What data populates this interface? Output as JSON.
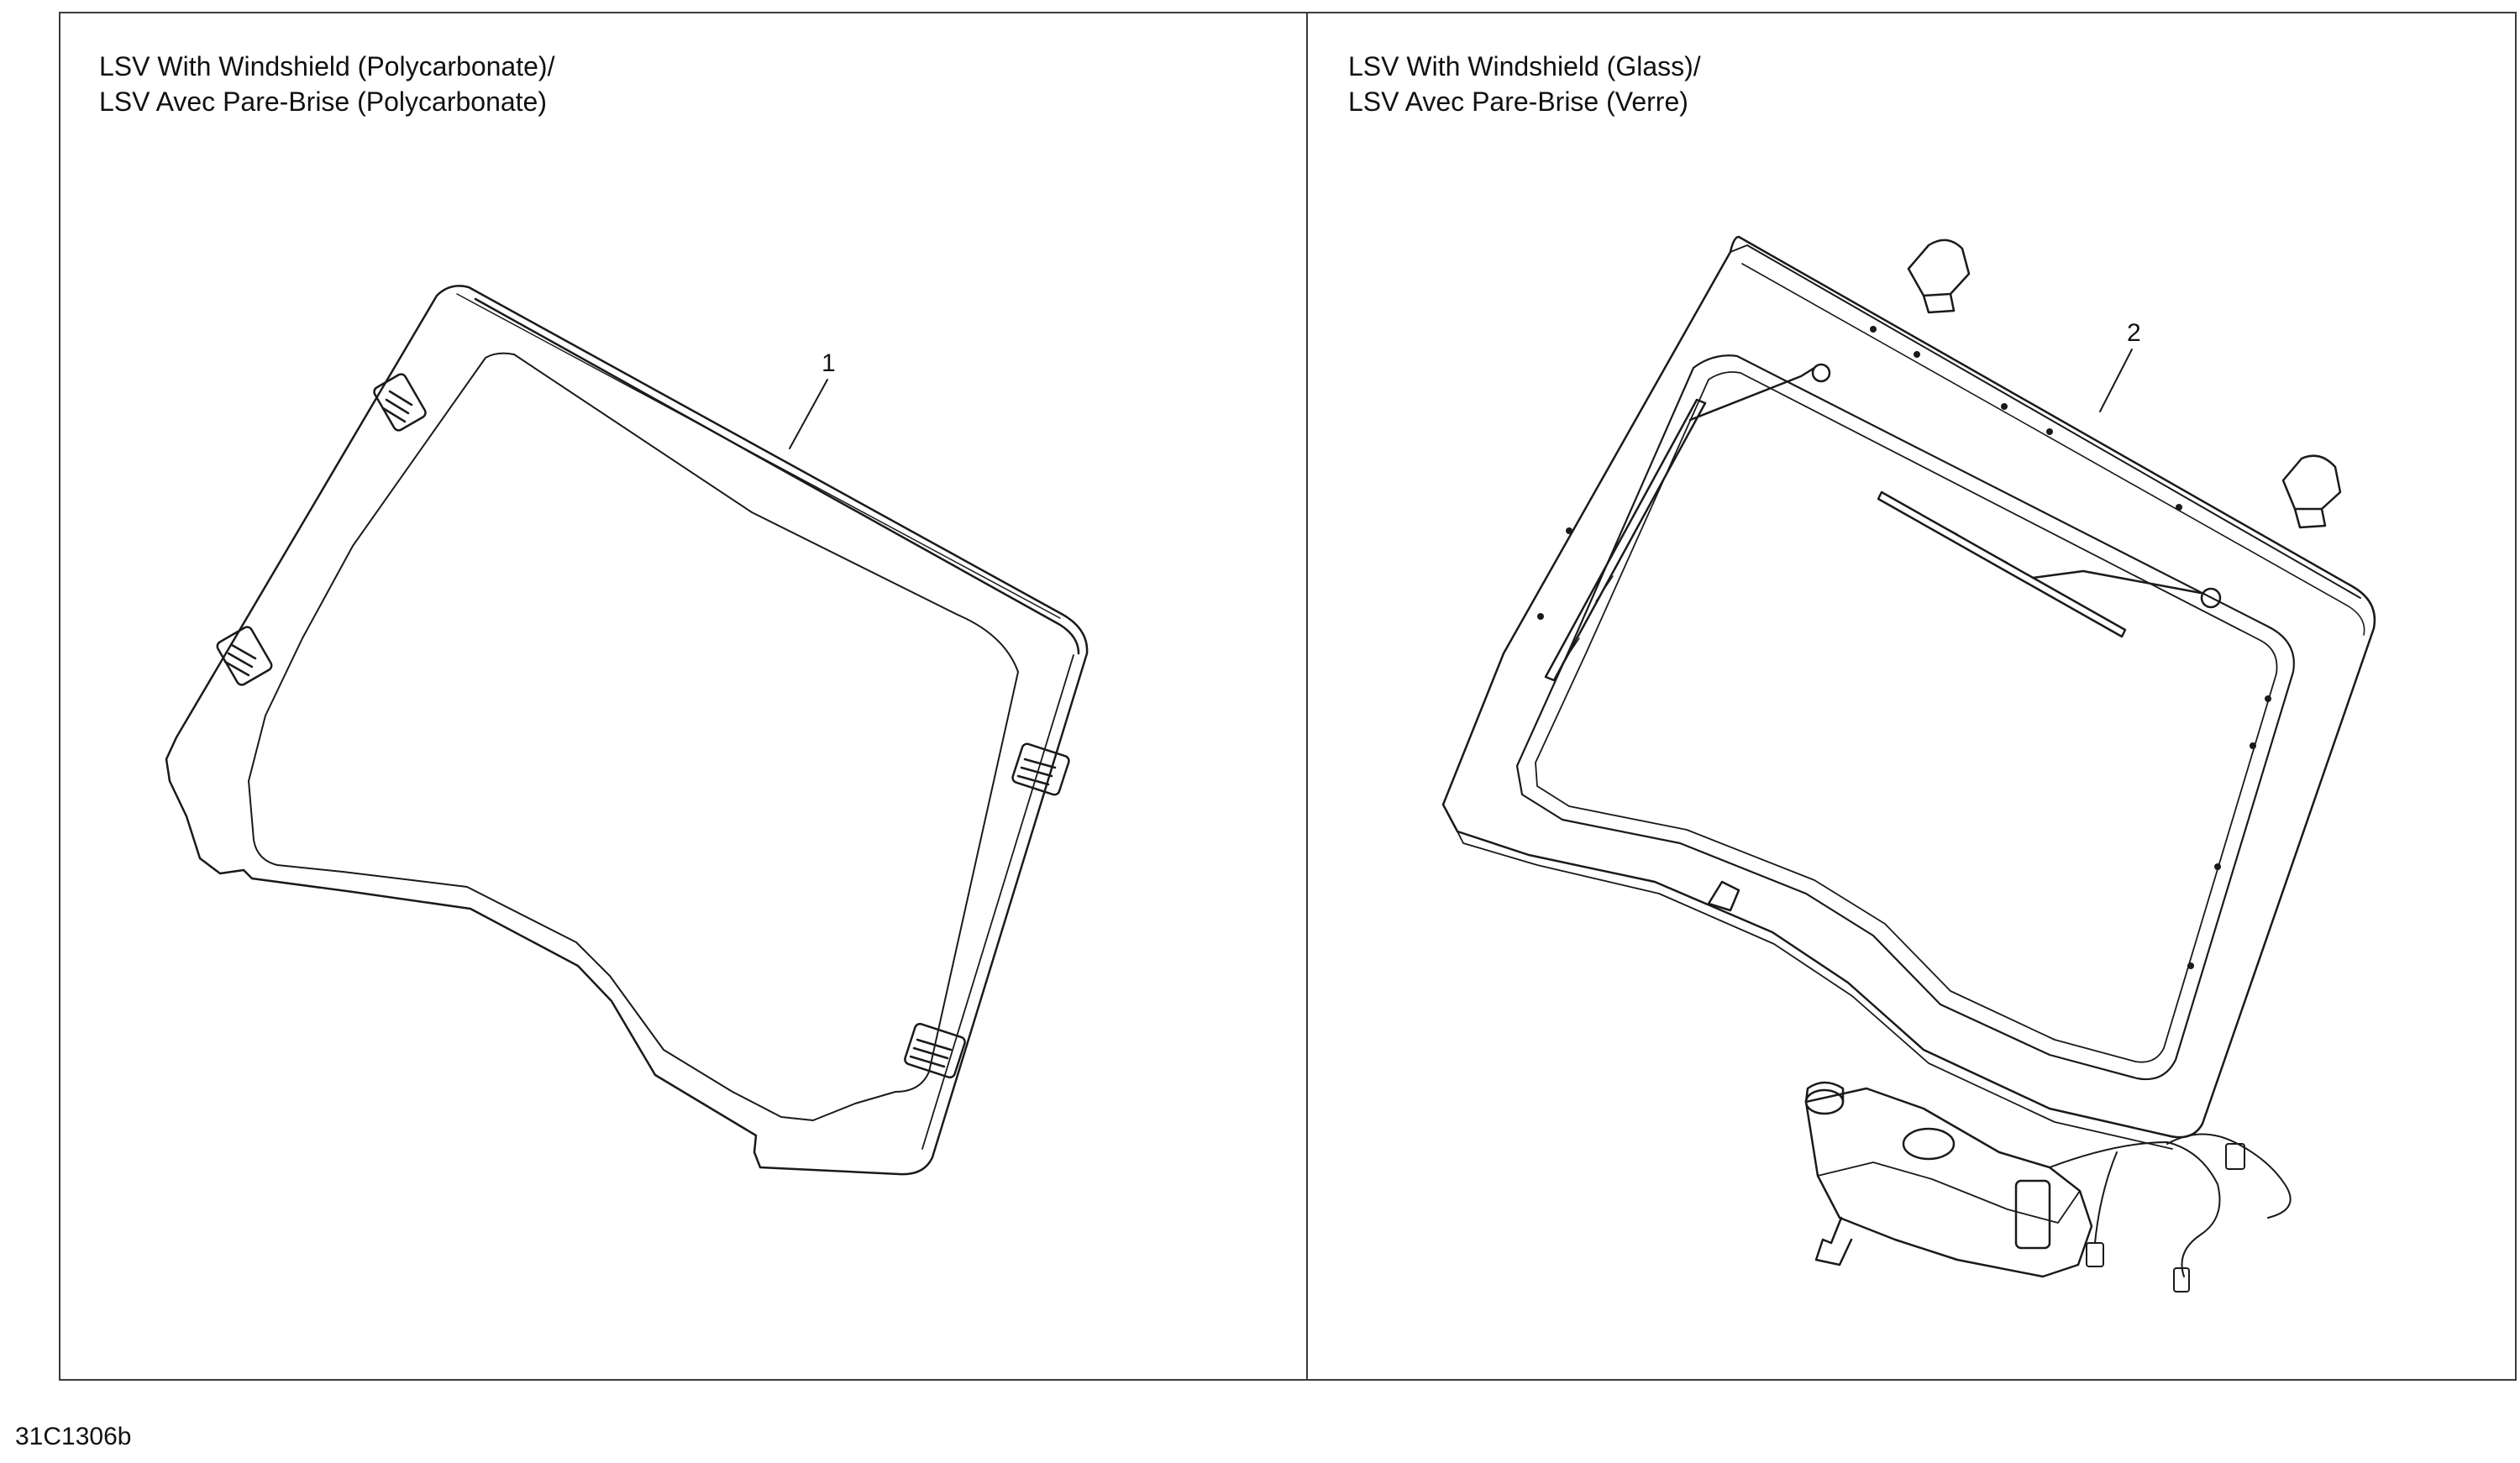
{
  "panels": {
    "left": {
      "title_line1": "LSV With Windshield (Polycarbonate)/",
      "title_line2": "LSV Avec Pare-Brise (Polycarbonate)",
      "callout": "1"
    },
    "right": {
      "title_line1": "LSV With Windshield (Glass)/",
      "title_line2": "LSV Avec Pare-Brise (Verre)",
      "callout": "2"
    }
  },
  "figure_code": "31C1306b",
  "colors": {
    "line": "#1a1a1a",
    "frame": "#3a3a3a",
    "background": "#ffffff"
  }
}
